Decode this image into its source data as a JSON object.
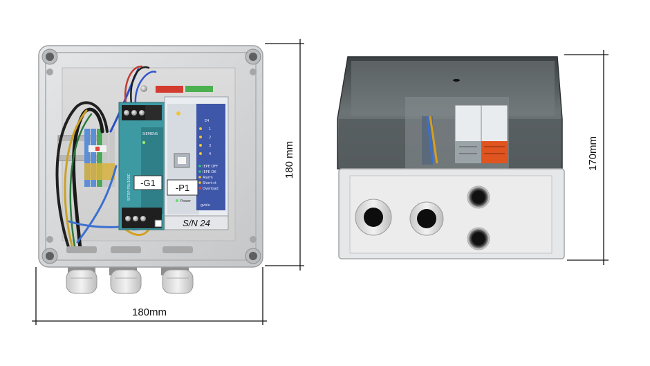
{
  "dimensions": {
    "front_height": "180 mm",
    "front_width": "180mm",
    "side_height": "170mm"
  },
  "labels": {
    "psu_tag": "-G1",
    "device_tag": "-P1",
    "serial": "S/N 24",
    "psu_model": "SITOP PSU100C",
    "psu_brand": "SIEMENS",
    "device_brand": "gvblo",
    "power_led": "Power",
    "device_label": "E4",
    "device_leds": [
      "1",
      "2",
      "3",
      "4"
    ],
    "status_lines": [
      "IEPE OFF",
      "IEPE OK",
      "Alarm",
      "Short-ct",
      "Overload"
    ]
  },
  "colors": {
    "enclosure": "#d9dadb",
    "psu": "#3d9aa3",
    "device": "#3f57a8",
    "lid_smoke": "#5f6668",
    "terminal_orange": "#e0541f"
  }
}
